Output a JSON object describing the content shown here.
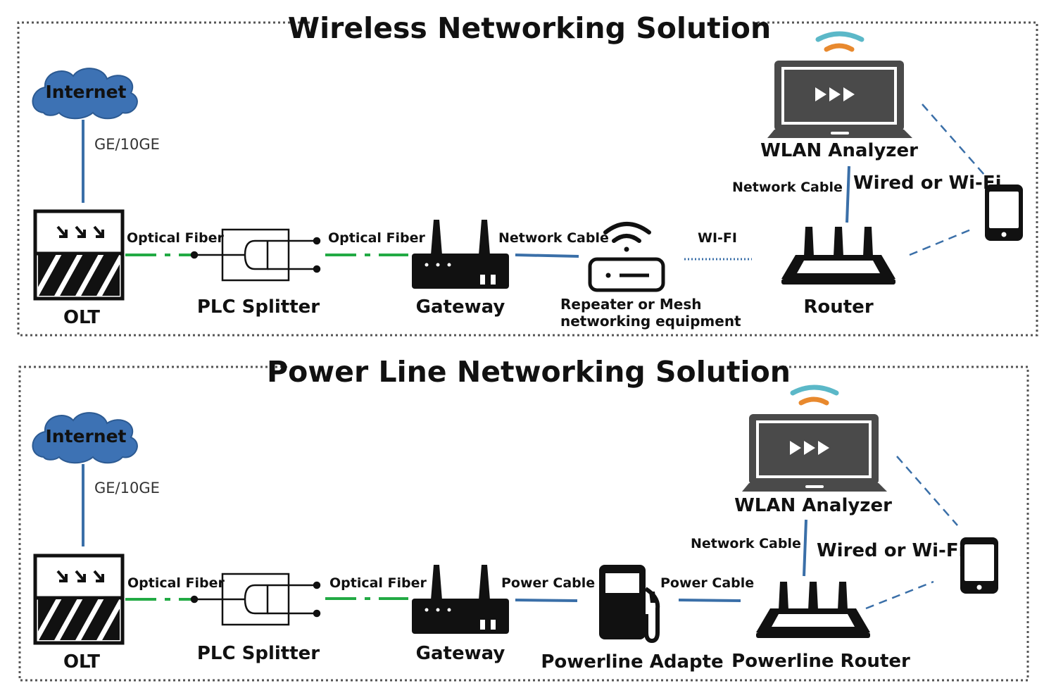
{
  "panels": [
    {
      "title": "Wireless Networking Solution",
      "internet": "Internet",
      "uplink_label": "GE/10GE",
      "link1_label": "Optical Fiber",
      "link2_label": "Optical Fiber",
      "link3_label": "Network Cable",
      "link4_label": "WI-FI",
      "analyzer_link_label": "Network Cable",
      "phone_link_label": "Wired or Wi-Fi",
      "olt": "OLT",
      "splitter": "PLC Splitter",
      "gateway": "Gateway",
      "middle_device_line1": "Repeater or Mesh",
      "middle_device_line2": "networking equipment",
      "router": "Router",
      "analyzer": "WLAN Analyzer"
    },
    {
      "title": "Power Line Networking Solution",
      "internet": "Internet",
      "uplink_label": "GE/10GE",
      "link1_label": "Optical Fiber",
      "link2_label": "Optical Fiber",
      "link3_label": "Power Cable",
      "link4_label": "Power Cable",
      "analyzer_link_label": "Network Cable",
      "phone_link_label": "Wired or Wi-Fi",
      "olt": "OLT",
      "splitter": "PLC Splitter",
      "gateway": "Gateway",
      "middle_device_line1": "Powerline Adapte",
      "router": "Powerline Router",
      "analyzer": "WLAN Analyzer"
    }
  ],
  "colors": {
    "frame": "#555555",
    "fiber": "#22aa44",
    "cable": "#3a6fa8",
    "cloud": "#3d72b4",
    "wifi_outer": "#5bb8c8",
    "wifi_inner": "#e8892e",
    "device": "#111111",
    "laptop_screen": "#4a4a4a"
  },
  "icons": [
    "cloud-icon",
    "olt-icon",
    "splitter-icon",
    "gateway-icon",
    "repeater-icon",
    "router-icon",
    "laptop-icon",
    "phone-icon",
    "power-adapter-icon"
  ]
}
